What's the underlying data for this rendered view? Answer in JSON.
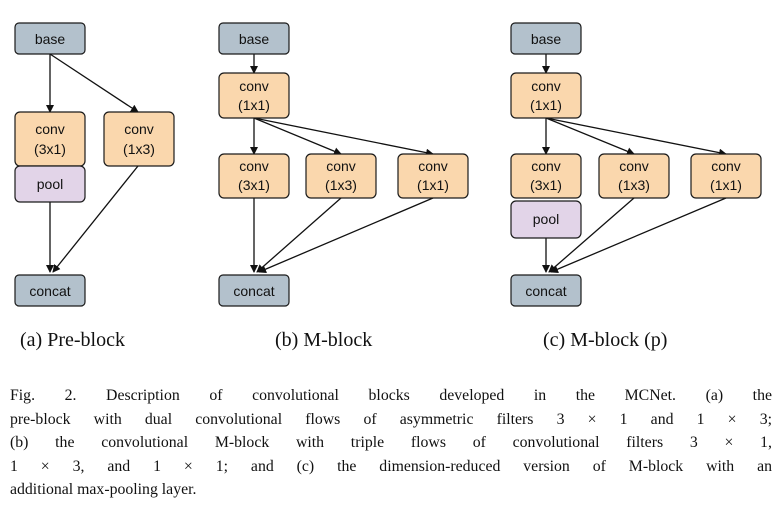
{
  "colors": {
    "base": "#b3c1cc",
    "conv": "#fad7ad",
    "pool": "#e2d4e8",
    "concat": "#b3c1cc",
    "edge": "#111111"
  },
  "labels": {
    "base": "base",
    "concat": "concat",
    "pool": "pool",
    "conv": "conv",
    "k31": "(3x1)",
    "k13": "(1x3)",
    "k11": "(1x1)"
  },
  "subcaptions": {
    "a": "(a)  Pre-block",
    "b": "(b)  M-block",
    "c": "(c)  M-block (p)"
  },
  "caption_lines": [
    "Fig. 2.   Description of convolutional blocks developed in the MCNet. (a) the",
    "pre-block with dual convolutional flows of asymmetric filters 3 × 1 and 1 × 3;",
    "(b) the convolutional M-block with triple flows of convolutional filters 3 × 1,",
    "1 × 3, and 1 × 1; and (c) the dimension-reduced version of M-block with an",
    "additional max-pooling layer."
  ]
}
